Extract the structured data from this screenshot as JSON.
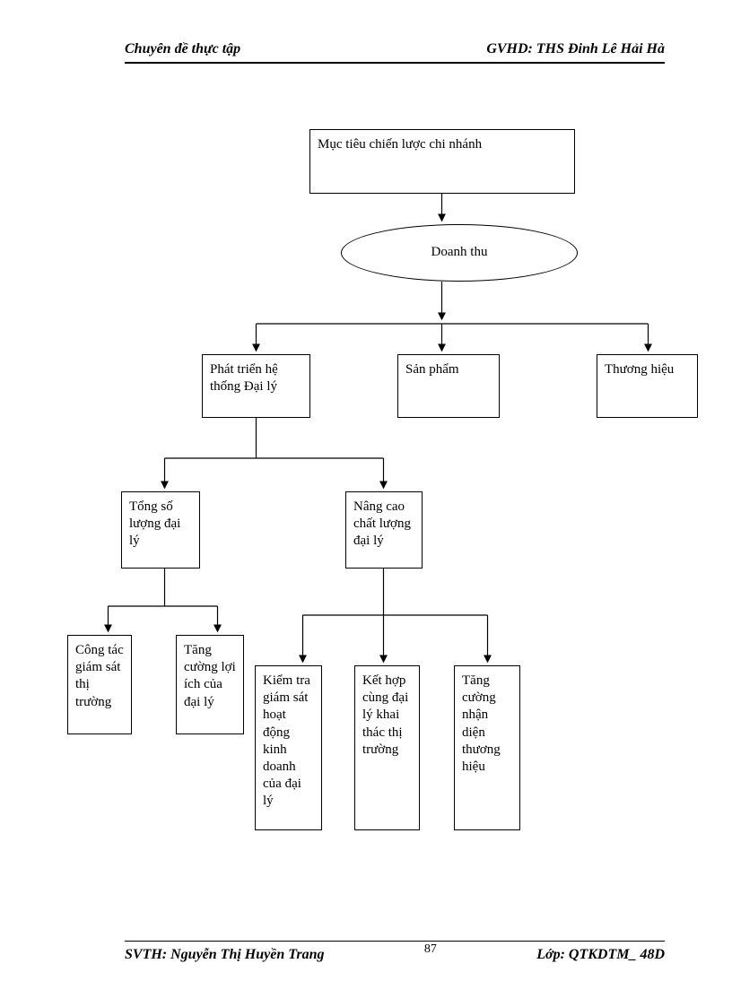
{
  "page": {
    "header": {
      "left": "Chuyên đề thực tập",
      "right": "GVHD: THS Đinh Lê Hải Hà"
    },
    "footer": {
      "left": "SVTH: Nguyễn Thị Huyền Trang",
      "page_number": "87",
      "right": "Lớp: QTKDTM_ 48D"
    }
  },
  "diagram": {
    "nodes": {
      "root": "Mục tiêu chiến lược chi nhánh",
      "revenue": "Doanh thu",
      "agency": "Phát triển hệ thống Đại lý",
      "product": "Sản phẩm",
      "brand": "Thương hiệu",
      "quantity": "Tổng số lượng đại lý",
      "quality": "Nâng cao chất lượng đại lý",
      "monitor_market": "Công tác giám sát thị trường",
      "benefits": "Tăng cường lợi ích của đại lý",
      "inspect": "Kiểm tra giám sát hoạt động kinh doanh của đại lý",
      "cooperate": "Kết hợp cùng đại lý khai thác thị trường",
      "brand_identity": "Tăng cường nhận diện thương hiệu"
    },
    "edges": [
      "root -> revenue",
      "revenue -> agency",
      "revenue -> product",
      "revenue -> brand",
      "agency -> quantity",
      "agency -> quality",
      "quantity -> monitor_market",
      "quantity -> benefits",
      "quality -> inspect",
      "quality -> cooperate",
      "quality -> brand_identity"
    ]
  }
}
